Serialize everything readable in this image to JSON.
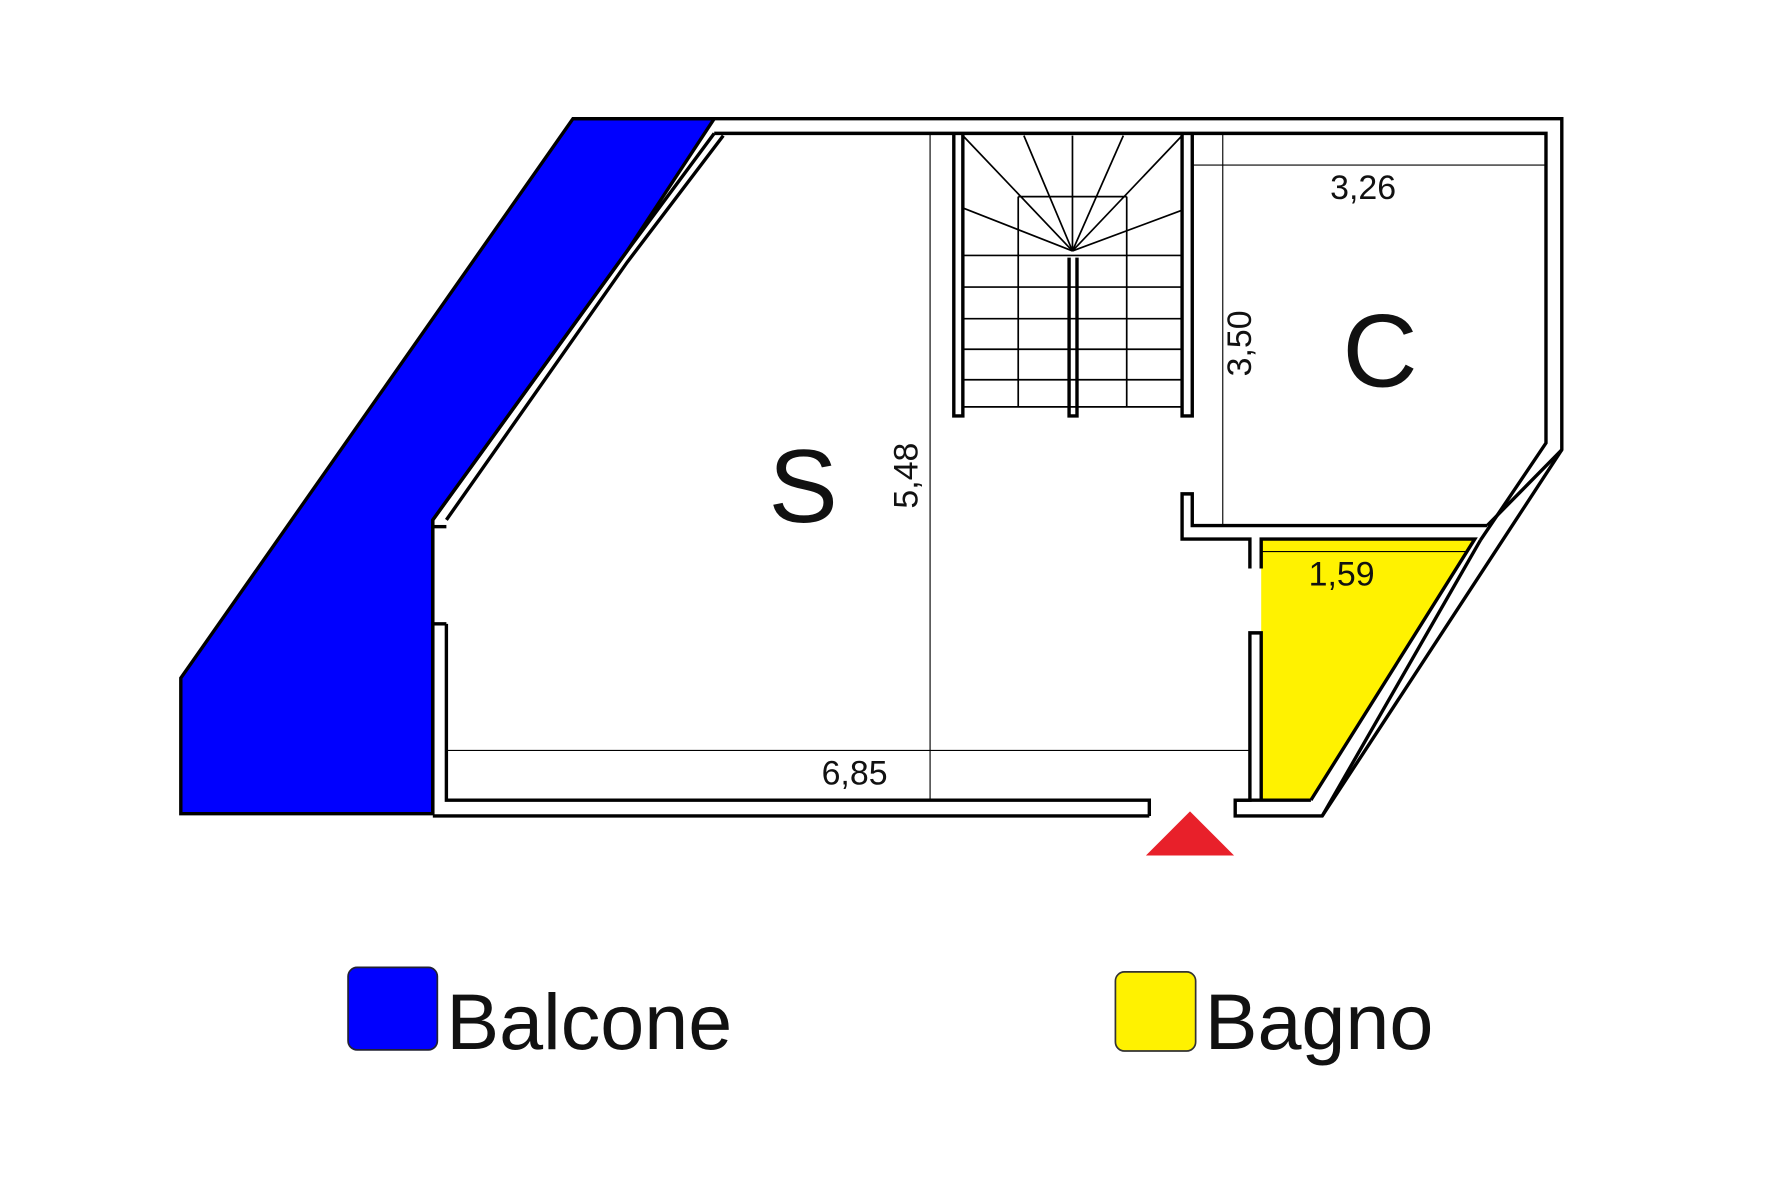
{
  "rooms": {
    "living": {
      "label": "S",
      "depth": "5,48",
      "width": "6,85"
    },
    "room_c": {
      "label": "C",
      "width": "3,26",
      "depth": "3,50"
    },
    "bathroom": {
      "width": "1,59"
    }
  },
  "legend": [
    {
      "label": "Balcone",
      "color": "#0000ff"
    },
    {
      "label": "Bagno",
      "color": "#fff200"
    }
  ],
  "entrance": {
    "icon": "entrance-arrow-icon",
    "color": "#e8202a"
  }
}
